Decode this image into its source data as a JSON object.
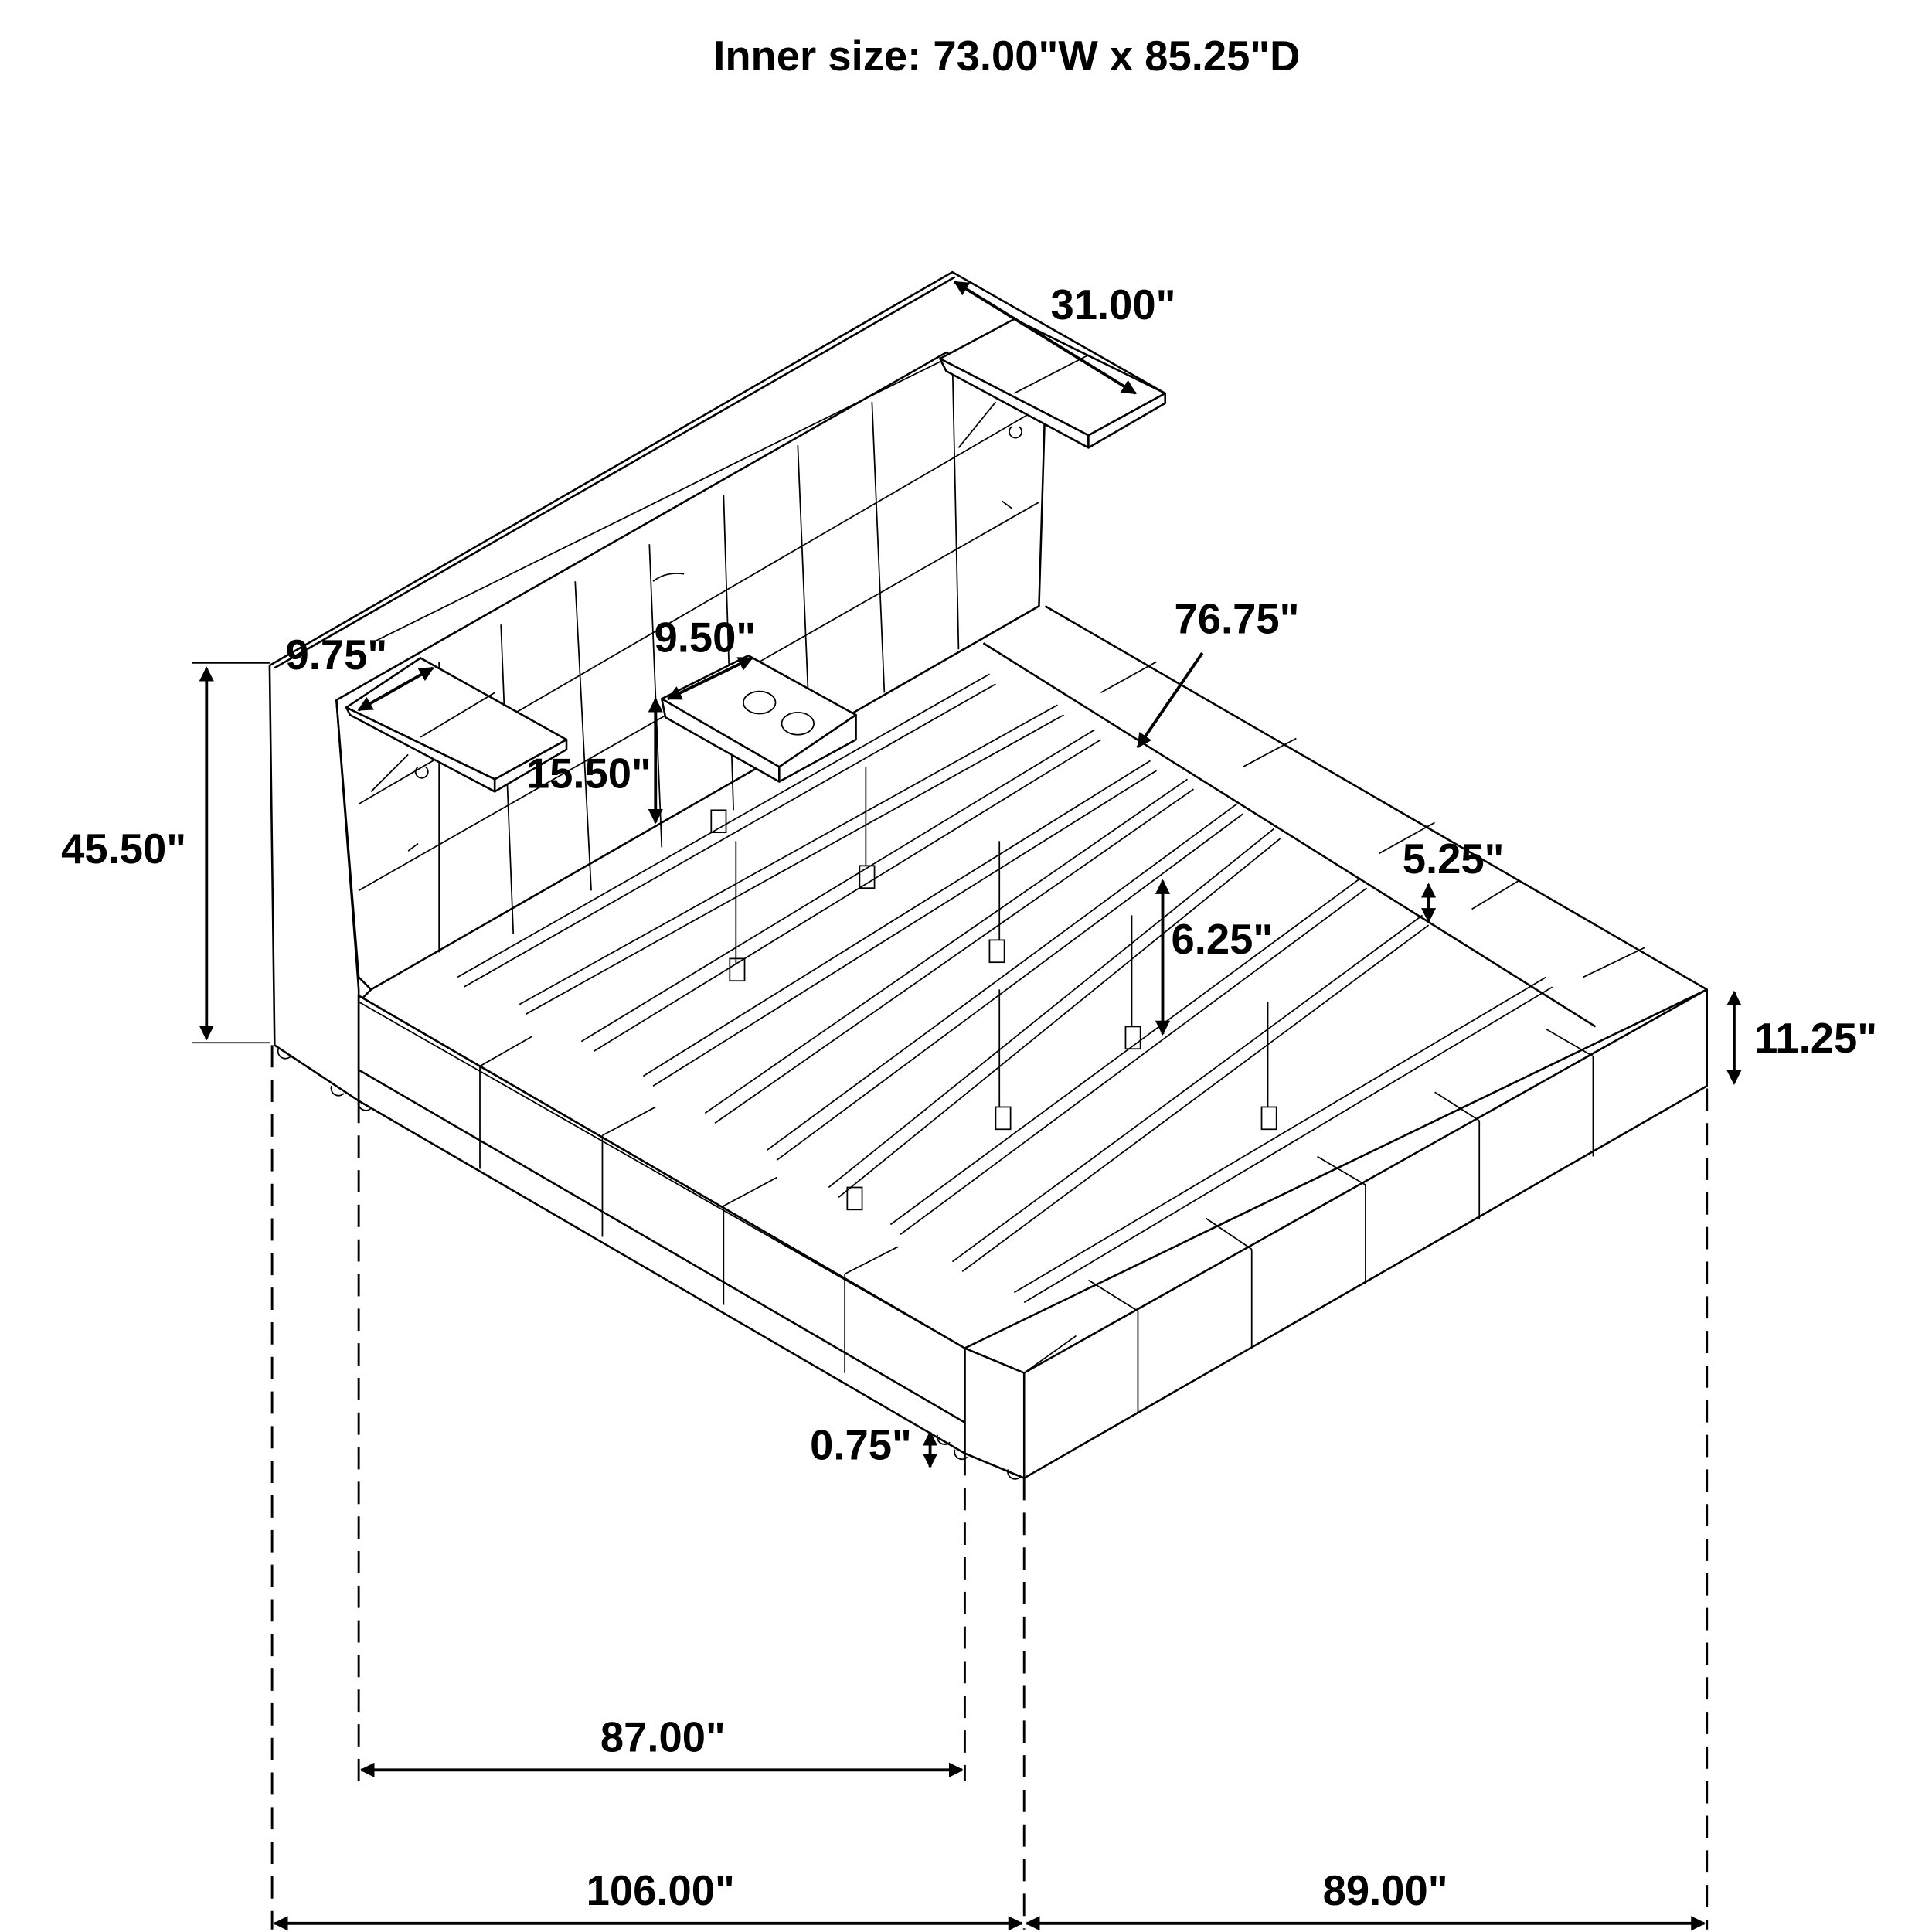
{
  "title": "Inner size: 73.00\"W x 85.25\"D",
  "dimensions": {
    "shelf_width": "31.00\"",
    "left_shelf_depth": "9.75\"",
    "nightstand_depth": "9.50\"",
    "overall_height": "45.50\"",
    "shelf_height_above_deck": "15.50\"",
    "slat_length": "76.75\"",
    "rail_height_above_slats": "5.25\"",
    "slat_clearance": "6.25\"",
    "base_height": "11.25\"",
    "foot_height": "0.75\"",
    "inner_length": "87.00\"",
    "overall_length": "106.00\"",
    "overall_width": "89.00\""
  }
}
